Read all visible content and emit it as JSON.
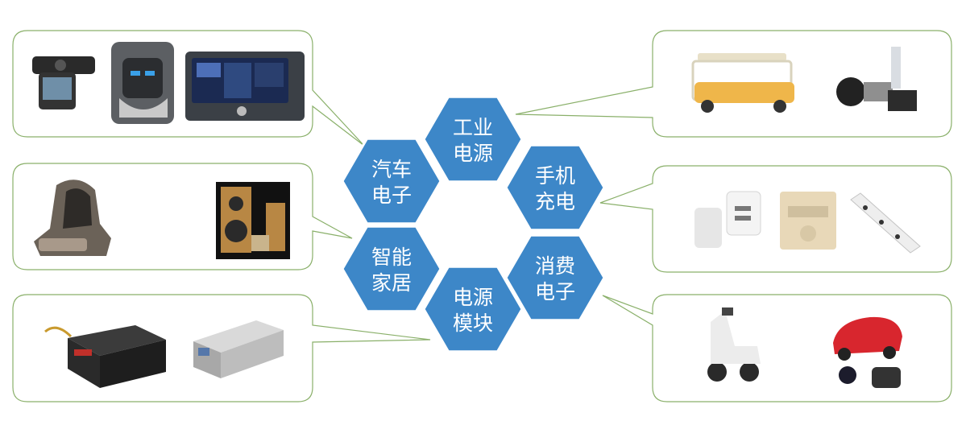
{
  "hexagons": [
    {
      "id": "industrial",
      "line1": "工业",
      "line2": "电源",
      "color": "#3d87c8"
    },
    {
      "id": "phone",
      "line1": "手机",
      "line2": "充电",
      "color": "#3d87c8"
    },
    {
      "id": "consumer",
      "line1": "消费",
      "line2": "电子",
      "color": "#3d87c8"
    },
    {
      "id": "module",
      "line1": "电源",
      "line2": "模块",
      "color": "#3d87c8"
    },
    {
      "id": "home",
      "line1": "智能",
      "line2": "家居",
      "color": "#3d87c8"
    },
    {
      "id": "auto",
      "line1": "汽车",
      "line2": "电子",
      "color": "#3d87c8"
    }
  ],
  "colors": {
    "hex_fill": "#3d87c8",
    "callout_border": "#8ab06a",
    "background": "#ffffff"
  },
  "callouts": [
    {
      "id": "auto",
      "items": [
        "dashcam",
        "car-charger",
        "car-display"
      ]
    },
    {
      "id": "home",
      "items": [
        "massage-chair",
        "speaker-amplifier"
      ]
    },
    {
      "id": "module",
      "items": [
        "pc-power-supply",
        "server-power-supply"
      ]
    },
    {
      "id": "industrial",
      "items": [
        "golf-cart",
        "led-headlight"
      ]
    },
    {
      "id": "phone",
      "items": [
        "usb-charger",
        "wall-socket",
        "power-strip"
      ]
    },
    {
      "id": "consumer",
      "items": [
        "electric-scooter",
        "rc-toy-car"
      ]
    }
  ]
}
